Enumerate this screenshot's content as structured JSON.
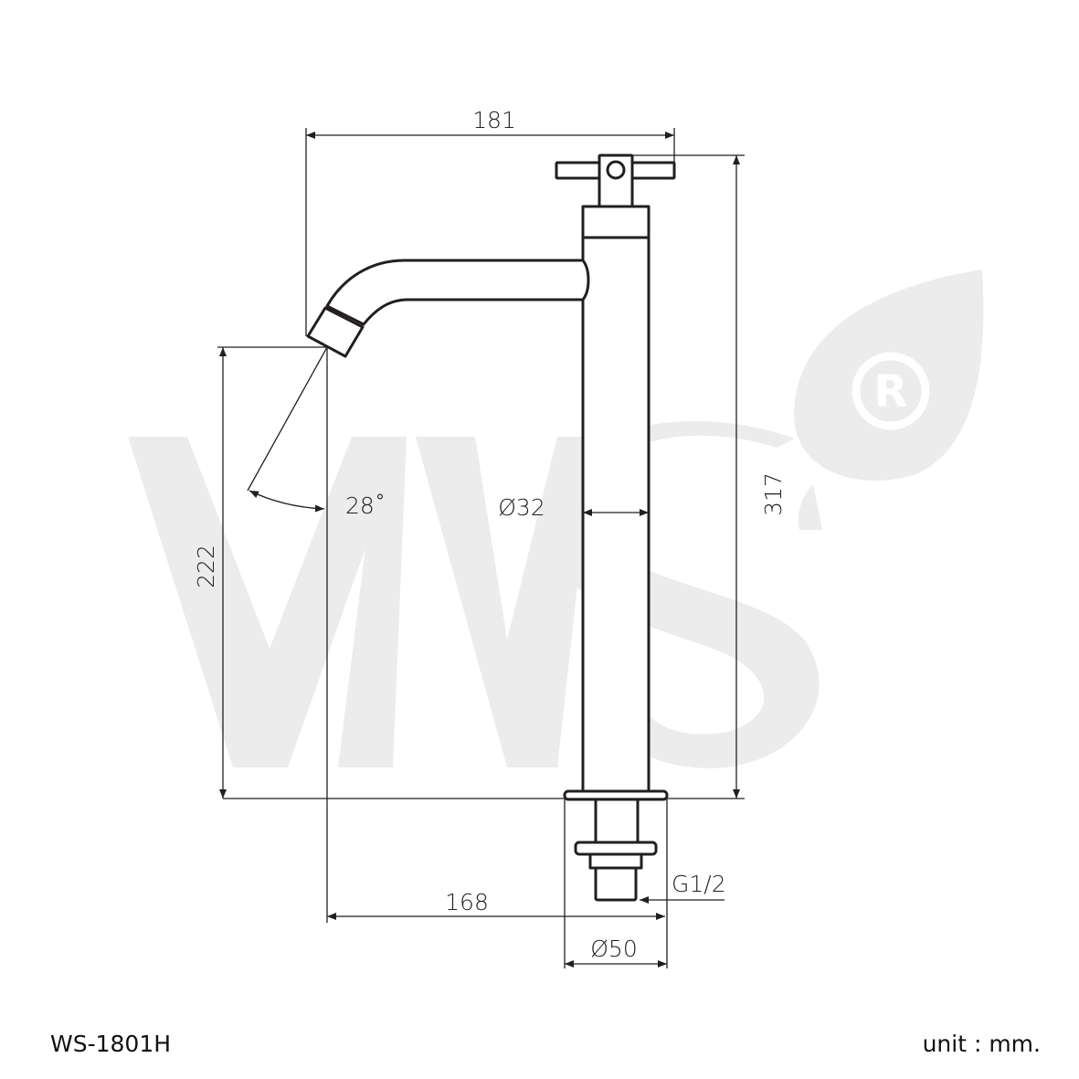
{
  "watermark": {
    "text": "WS",
    "mark": "®",
    "color": "#ececec"
  },
  "dimensions": {
    "spout_reach": "181",
    "total_height": "317",
    "spout_height": "222",
    "angle": "28˚",
    "body_diameter": "Ø32",
    "thread": "G1/2",
    "center_distance": "168",
    "base_diameter": "Ø50"
  },
  "footer": {
    "model": "WS-1801H",
    "unit": "unit : mm."
  },
  "colors": {
    "line": "#231f20",
    "watermark": "#ececec"
  }
}
